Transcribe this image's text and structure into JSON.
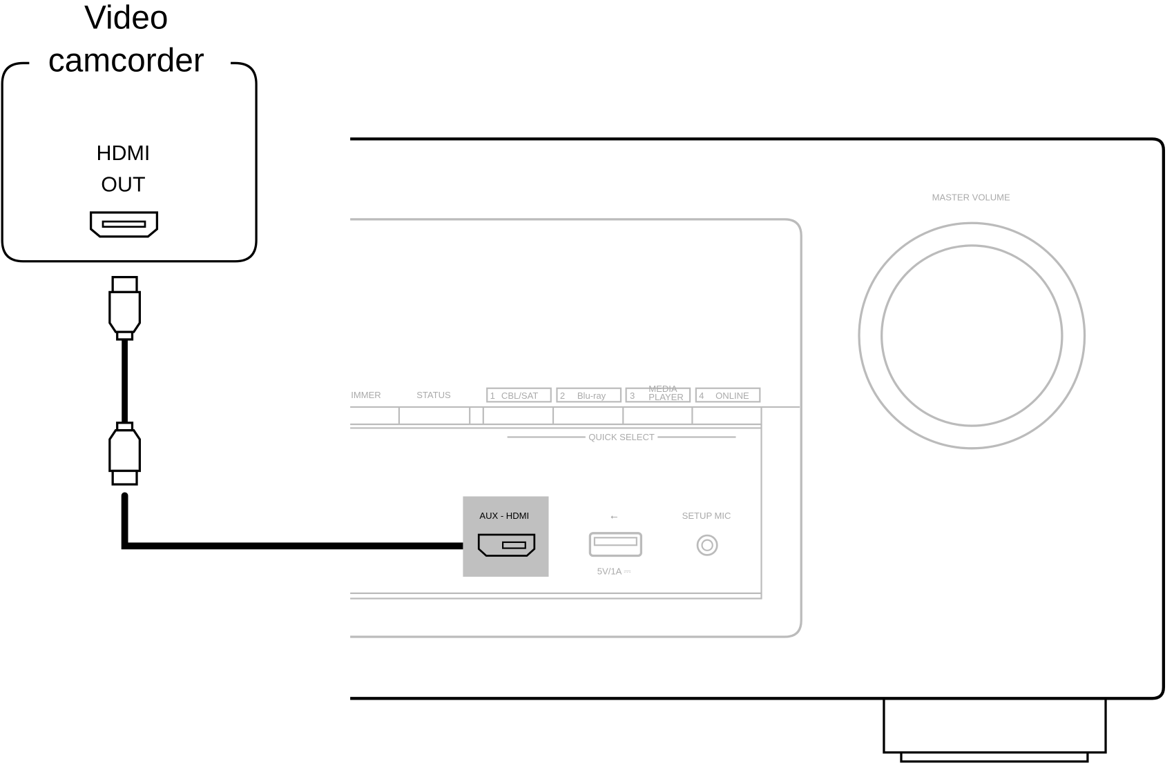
{
  "device": {
    "title_line1": "Video",
    "title_line2": "camcorder",
    "port_line1": "HDMI",
    "port_line2": "OUT"
  },
  "receiver": {
    "master_volume": "MASTER VOLUME",
    "buttons": [
      "IMMER",
      "STATUS"
    ],
    "quick_select": [
      {
        "num": "1",
        "label": "CBL/SAT"
      },
      {
        "num": "2",
        "label": "Blu-ray"
      },
      {
        "num": "3",
        "label_line1": "MEDIA",
        "label_line2": "PLAYER"
      },
      {
        "num": "4",
        "label": "ONLINE"
      }
    ],
    "quick_select_label": "QUICK SELECT",
    "aux_hdmi": "AUX - HDMI",
    "usb_rating": "5V/1A ⎓",
    "setup_mic": "SETUP MIC"
  },
  "colors": {
    "line": "#000000",
    "panel": "#bbbbbb",
    "highlight": "#c0c0c0"
  }
}
